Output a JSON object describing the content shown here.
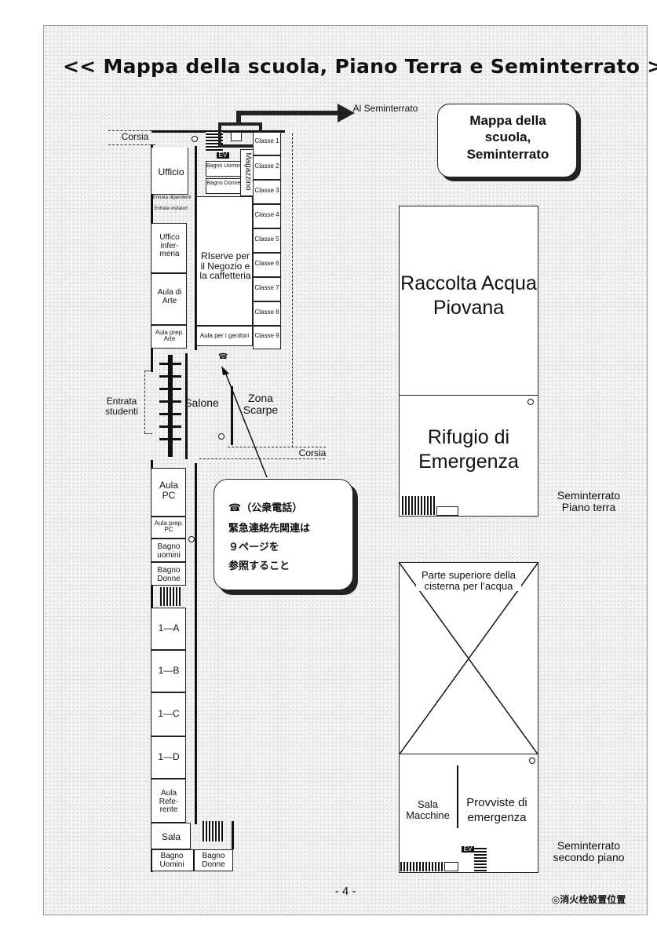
{
  "page": {
    "title": "<< Mappa della scuola, Piano Terra e Seminterrato >>",
    "page_number": "- 4 -",
    "footer_legend": "◎消火栓設置位置"
  },
  "ground_floor": {
    "corsia_top": "Corsia",
    "ufficio": "Ufficio",
    "entrata_dipendenti": "Entrata dipendenti",
    "entrata_visitatori": "Entrata visitatori",
    "ufficio_infermeria": "Uffico infer- meria",
    "aula_arte": "Aula di Arte",
    "aula_prep_arte": "Aula prep. Arte",
    "bagno_uomini_top": "Bagno Uomini",
    "bagno_donne_top": "Bagno Donne",
    "magazzino": "Magazzino",
    "riserve": "RIserve per il Negozio e la caffetteria",
    "aula_genitori": "Aula per i genitori",
    "classes": [
      "Classe 1",
      "Classe 2",
      "Classe 3",
      "Classe 4",
      "Classe 5",
      "Classe 6",
      "Classe 7",
      "Classe 8",
      "Classe 9"
    ],
    "entrata_studenti": "Entrata studenti",
    "salone": "Salone",
    "zona_scarpe": "Zona Scarpe",
    "corsia_mid": "Corsia",
    "aula_pc": "Aula PC",
    "aula_prep_pc": "Aula prep. PC",
    "bagno_uomini_mid": "Bagno uomini",
    "bagno_donne_mid": "Bagno Donne",
    "rooms_1": [
      "1—A",
      "1—B",
      "1—C",
      "1—D"
    ],
    "aula_referente": "Aula Refe- rente",
    "sala": "Sala",
    "bagno_uomini_bottom": "Bagno Uomini",
    "bagno_donne_bottom": "Bagno Donne",
    "ev": "EV",
    "al_seminterrato": "Al Seminterrato"
  },
  "callout": {
    "line1": "☎（公衆電話）",
    "line2": "緊急連絡先関連は",
    "line3": "９ページを",
    "line4": "参照すること"
  },
  "map_box": {
    "label": "Mappa della scuola, Seminterrato"
  },
  "basement_1": {
    "upper": "Raccolta Acqua Piovana",
    "lower": "Rifugio di Emergenza",
    "caption": "Seminterrato Piano terra"
  },
  "basement_2": {
    "upper": "Parte superiore della cisterna per l’acqua",
    "left": "Sala Macchine",
    "right": "Provviste di emergenza",
    "caption": "Seminterrato secondo piano",
    "ev": "EV"
  }
}
